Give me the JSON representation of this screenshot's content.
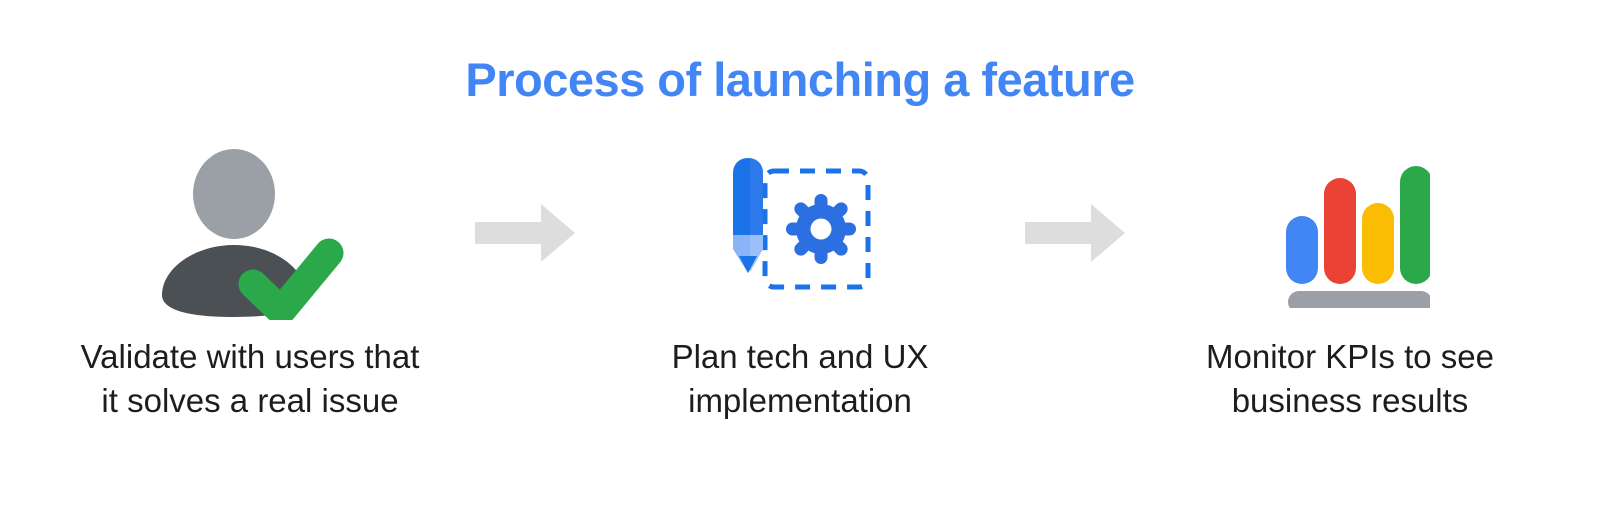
{
  "page": {
    "background": "#ffffff",
    "title": "Process of launching a feature",
    "title_color": "#4285F4"
  },
  "colors": {
    "brand_blue": "#4285F4",
    "pencil_dark_blue": "#1A73E8",
    "pencil_light_blue": "#8AB4F8",
    "dashed_blue": "#1A73E8",
    "person_head_gray": "#9AA0A6",
    "person_body_gray": "#4B5055",
    "check_green": "#2BA84A",
    "arrow_gray": "#DDDDDD",
    "bar_blue": "#4285F4",
    "bar_red": "#EA4335",
    "bar_yellow": "#FBBC04",
    "bar_green": "#2BA84A",
    "baseline_gray": "#9AA0A6",
    "caption_text": "#1d1d1d"
  },
  "steps": [
    {
      "id": "validate",
      "icon": "person-check-icon",
      "caption": "Validate with users that\nit solves a real issue"
    },
    {
      "id": "plan",
      "icon": "pencil-gear-icon",
      "caption": "Plan tech and UX\nimplementation"
    },
    {
      "id": "monitor",
      "icon": "bar-chart-icon",
      "caption": "Monitor KPIs to see\nbusiness results"
    }
  ],
  "connectors": [
    {
      "id": "arrow-1",
      "icon": "arrow-right-icon"
    },
    {
      "id": "arrow-2",
      "icon": "arrow-right-icon"
    }
  ]
}
